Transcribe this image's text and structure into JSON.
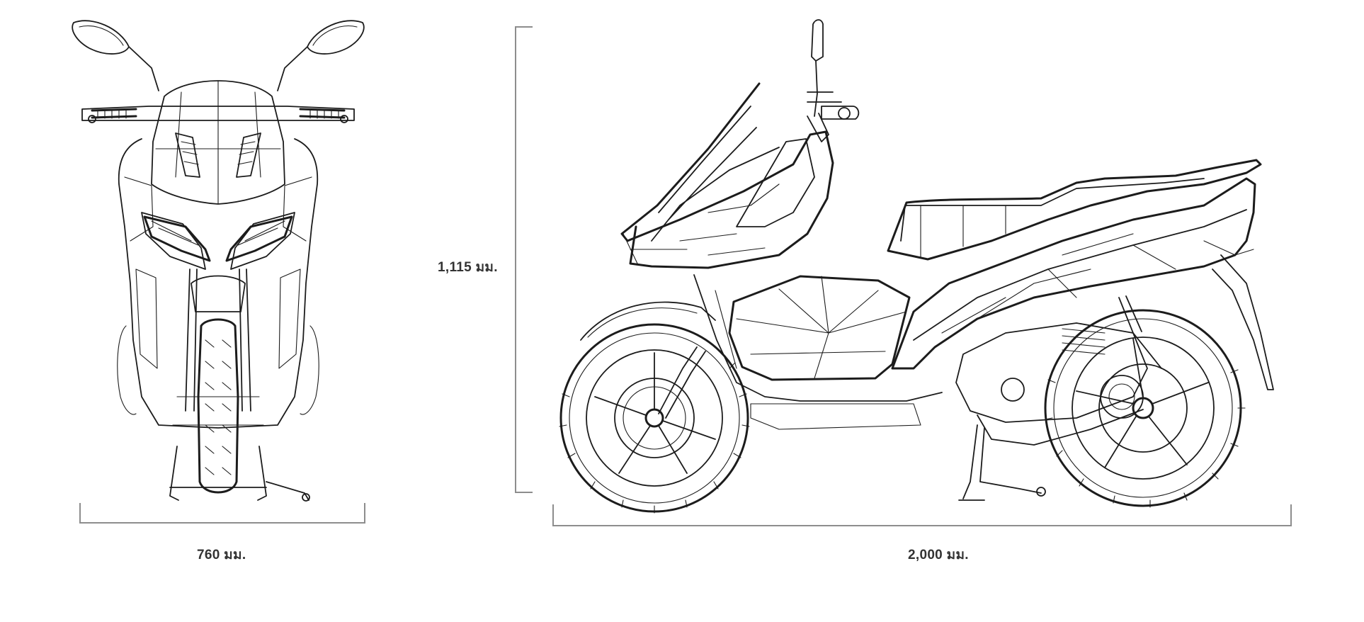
{
  "dimensions": {
    "width": "760 มม.",
    "height": "1,115 มม.",
    "length": "2,000 มม."
  },
  "colors": {
    "line": "#1c1c1c",
    "dimension_line": "#8d8d8d",
    "label": "#333333",
    "background": "#ffffff"
  }
}
